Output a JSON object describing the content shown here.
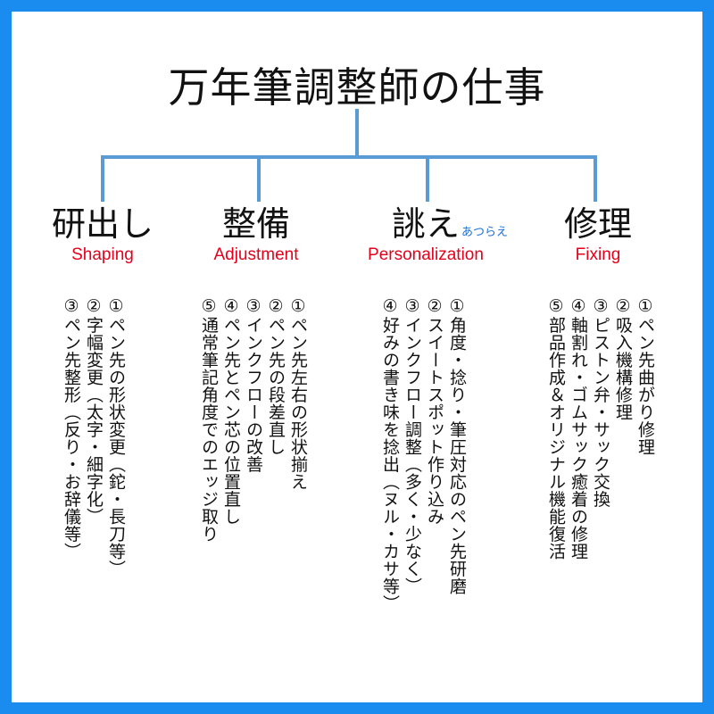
{
  "title": "万年筆調整師の仕事",
  "colors": {
    "frame": "#1a8cf0",
    "connector": "#5b9bd5",
    "english": "#e3001b",
    "ruby": "#1a6fd6"
  },
  "branches": [
    {
      "heading": "研出し",
      "ruby": "",
      "english": "Shaping",
      "items": [
        "①ペン先の形状変更（鉈・長刀等）",
        "②字幅変更（太字・細字化）",
        "③ペン先整形（反り・お辞儀等）"
      ]
    },
    {
      "heading": "整備",
      "ruby": "",
      "english": "Adjustment",
      "items": [
        "①ペン先左右の形状揃え",
        "②ペン先の段差直し",
        "③インクフローの改善",
        "④ペン先とペン芯の位置直し",
        "⑤通常筆記角度でのエッジ取り"
      ]
    },
    {
      "heading": "誂え",
      "ruby": "あつらえ",
      "english": "Personalization",
      "items": [
        "①角度・捻り・筆圧対応のペン先研磨",
        "②スイートスポット作り込み",
        "③インクフロー調整（多く・少なく）",
        "④好みの書き味を捻出（ヌル・カサ等）"
      ]
    },
    {
      "heading": "修理",
      "ruby": "",
      "english": "Fixing",
      "items": [
        "①ペン先曲がり修理",
        "②吸入機構修理",
        "③ピストン弁・サック交換",
        "④軸割れ・ゴムサック癒着の修理",
        "⑤部品作成＆オリジナル機能復活"
      ]
    }
  ]
}
